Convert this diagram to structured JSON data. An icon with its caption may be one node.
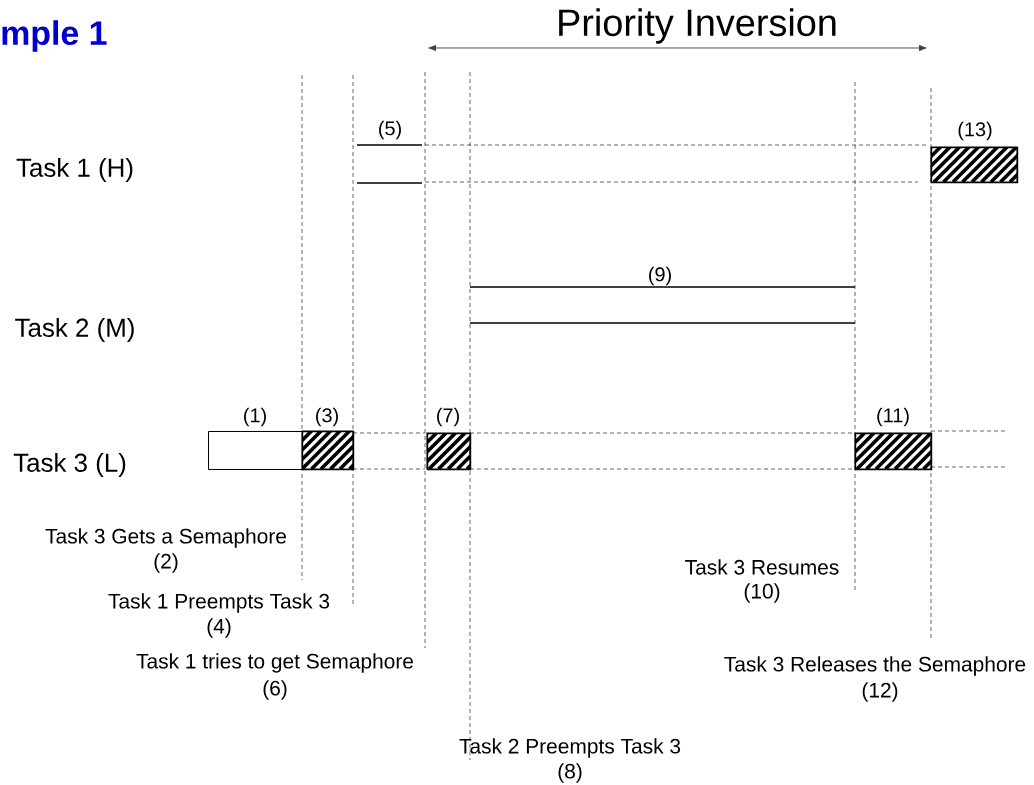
{
  "diagram": {
    "title": "mple 1",
    "nodes": [
      {
        "text": [
          "(1)"
        ]
      },
      {
        "text": [
          "(3)"
        ]
      },
      {
        "text": [
          "(5)"
        ]
      },
      {
        "text": [
          "(7)"
        ]
      },
      {
        "text": [
          "(9)"
        ]
      },
      {
        "text": [
          "(11)"
        ]
      },
      {
        "text": [
          "(13)"
        ]
      }
    ],
    "labels": [
      "Priority Inversion",
      "Task 1 (H)",
      "Task 2 (M)",
      "Task 3 (L)",
      "Task 3 Gets a Semaphore",
      "(2)",
      "Task 1 Preempts Task 3",
      "(4)",
      "Task 1 tries to get Semaphore",
      "(6)",
      "Task 3 Resumes",
      "(10)",
      "Task 3 Releases the Semaphore",
      "(12)",
      "Task 2 Preempts Task 3",
      "(8)"
    ]
  }
}
